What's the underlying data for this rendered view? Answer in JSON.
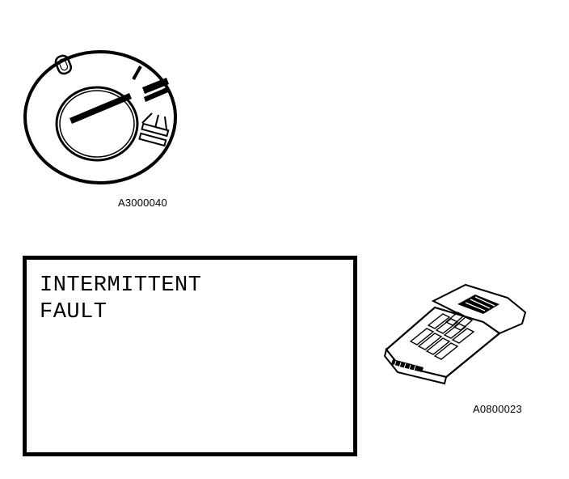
{
  "figure": {
    "ignition_caption": "A3000040",
    "tool_caption": "A0800023",
    "display": {
      "line1": "INTERMITTENT",
      "line2": "FAULT"
    },
    "icons": {
      "ignition": "ignition-switch-icon",
      "tool": "scan-tool-icon"
    }
  }
}
